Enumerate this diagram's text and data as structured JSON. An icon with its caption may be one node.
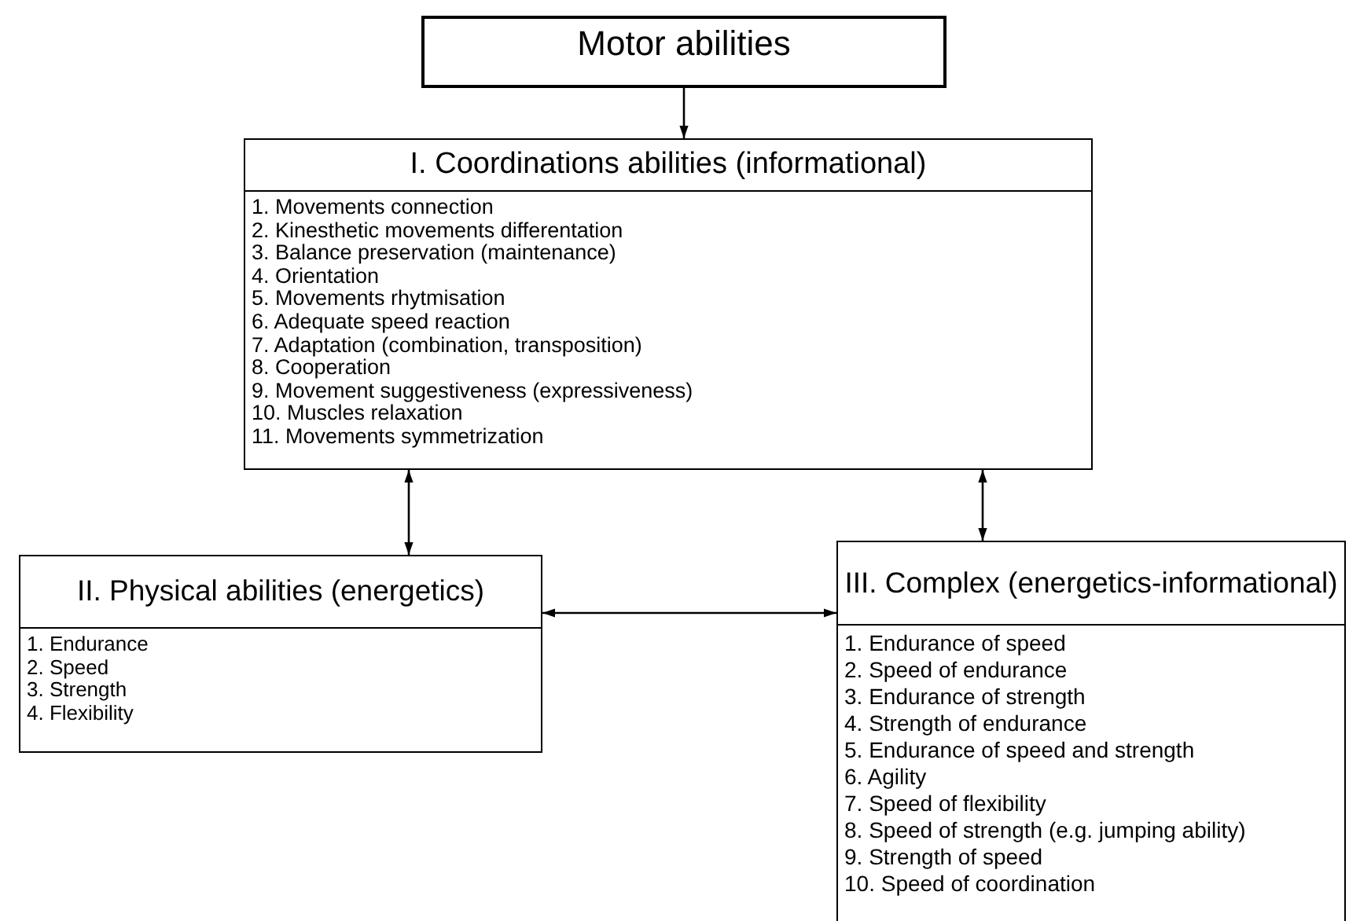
{
  "diagram": {
    "nodes": [
      {
        "text": [
          "Motor abilities"
        ]
      },
      {
        "text": [
          "I. Coordinations abilities (informational)",
          "1. Movements connection",
          "2. Kinesthetic movements differentation",
          "3. Balance preservation (maintenance)",
          "4. Orientation",
          "5. Movements rhytmisation",
          "6. Adequate speed reaction",
          "7. Adaptation (combination, transposition)",
          "8. Cooperation",
          "9. Movement suggestiveness (expressiveness)",
          "10. Muscles relaxation",
          "11. Movements symmetrization"
        ]
      },
      {
        "text": [
          "II. Physical abilities (energetics)",
          "1. Endurance",
          "2. Speed",
          "3. Strength",
          "4. Flexibility"
        ]
      },
      {
        "text": [
          "III. Complex (energetics-informational)",
          "1. Endurance of speed",
          "2. Speed of endurance",
          "3. Endurance of strength",
          "4. Strength of endurance",
          "5. Endurance of speed and strength",
          "6. Agility",
          "7. Speed of flexibility",
          "8. Speed of strength (e.g. jumping ability)",
          "9. Strength of speed",
          "10. Speed of coordination"
        ]
      }
    ],
    "edges": [
      {
        "from": 0,
        "to": 1,
        "arrow": "to"
      },
      {
        "from": 1,
        "to": 2,
        "arrow": "both"
      },
      {
        "from": 1,
        "to": 3,
        "arrow": "both"
      },
      {
        "from": 2,
        "to": 3,
        "arrow": "both"
      }
    ]
  }
}
